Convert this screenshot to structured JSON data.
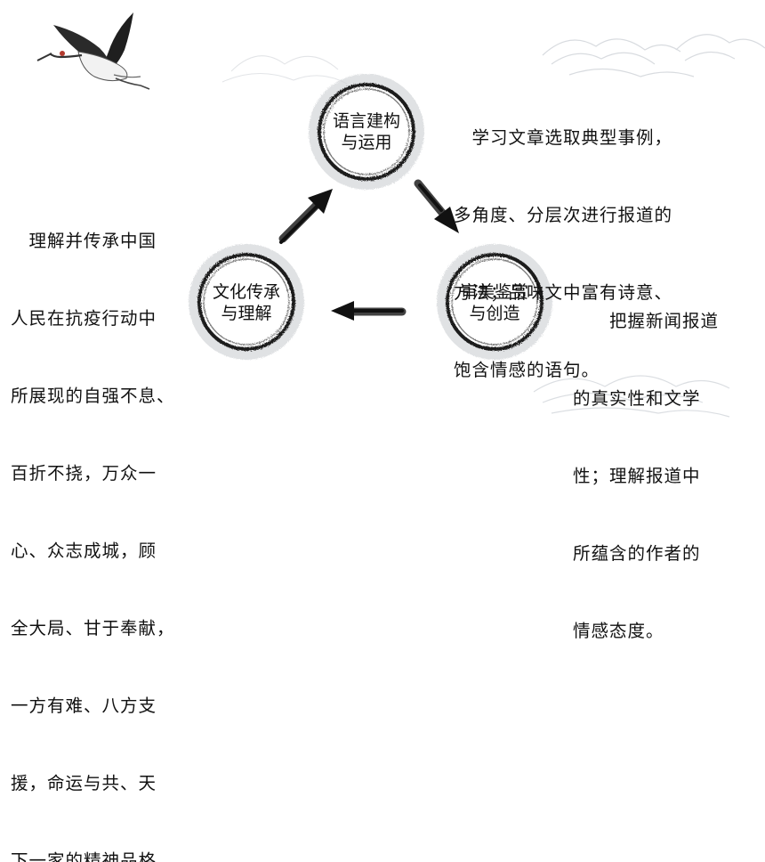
{
  "diagram": {
    "nodes": [
      {
        "id": "language",
        "line1": "语言建构",
        "line2": "与运用"
      },
      {
        "id": "aesthetic",
        "line1": "审美鉴赏",
        "line2": "与创造"
      },
      {
        "id": "culture",
        "line1": "文化传承",
        "line2": "与理解"
      }
    ],
    "texts": {
      "language": [
        "　学习文章选取典型事例，",
        "多角度、分层次进行报道的",
        "方法；品味文中富有诗意、",
        "饱含情感的语句。"
      ],
      "aesthetic": [
        "　　把握新闻报道",
        "的真实性和文学",
        "性；理解报道中",
        "所蕴含的作者的",
        "情感态度。"
      ],
      "culture": [
        "　理解并传承中国",
        "人民在抗疫行动中",
        "所展现的自强不息、",
        "百折不挠，万众一",
        "心、众志成城，顾",
        "全大局、甘于奉献，",
        "一方有难、八方支",
        "援，命运与共、天",
        "下一家的精神品格。"
      ]
    },
    "colors": {
      "ink": "#1a1a1a",
      "wash": "#c9ccd1",
      "crane_red": "#b23a2e"
    }
  }
}
